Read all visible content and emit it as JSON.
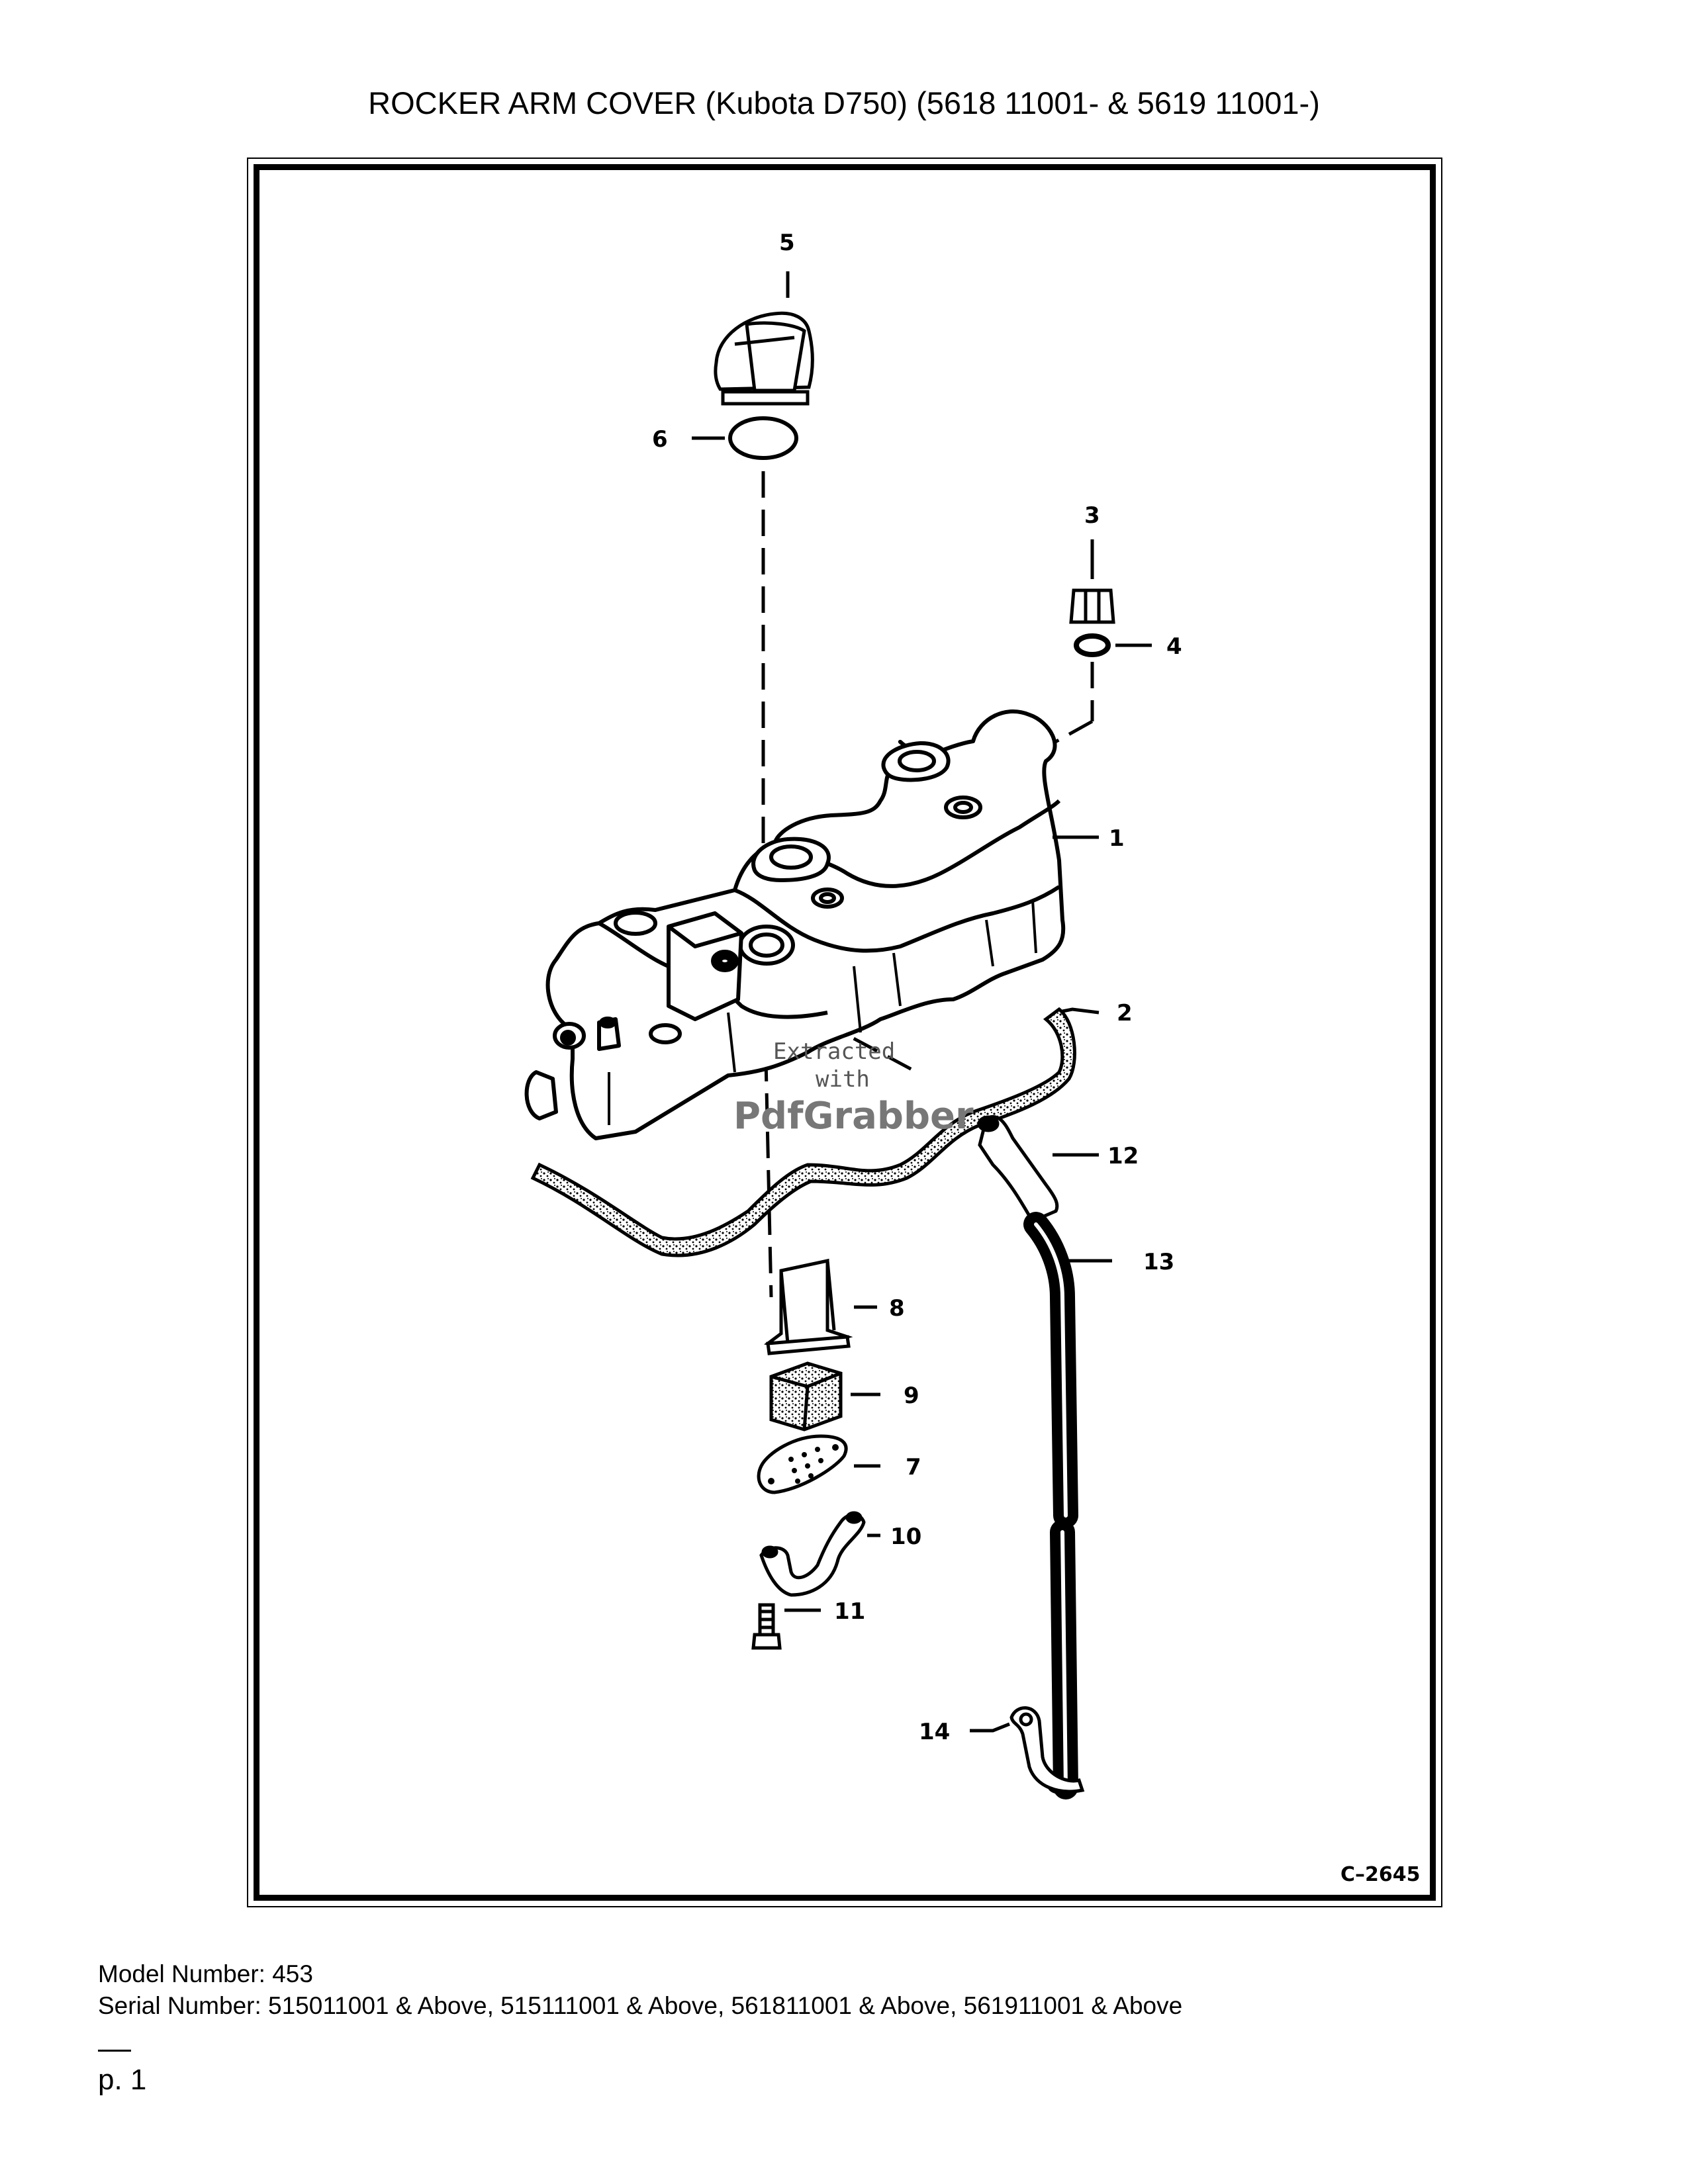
{
  "title": "ROCKER ARM COVER (Kubota D750) (5618 11001- & 5619 11001-)",
  "callouts": [
    "1",
    "2",
    "3",
    "4",
    "5",
    "6",
    "7",
    "8",
    "9",
    "10",
    "11",
    "12",
    "13",
    "14"
  ],
  "figure_code": "C–2645",
  "watermark": {
    "line1": "Extracted",
    "line2": "with",
    "line3": "PdfGrabber"
  },
  "model_number": "Model Number: 453",
  "serial_number": "Serial Number: 515011001 & Above, 515111001 & Above, 561811001 & Above, 561911001 & Above",
  "page": "p. 1"
}
